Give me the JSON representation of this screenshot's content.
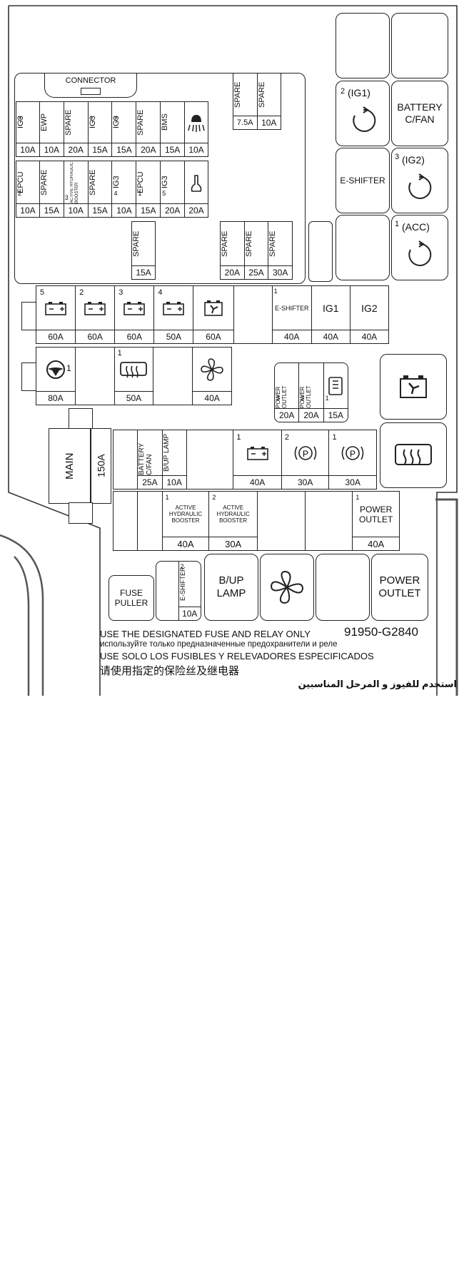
{
  "connector": {
    "label": "CONNECTOR"
  },
  "mini_row1": [
    {
      "num": "3",
      "label": "IG3",
      "amp": "10A"
    },
    {
      "num": "",
      "label": "EWP",
      "amp": "10A"
    },
    {
      "num": "",
      "label": "SPARE",
      "amp": "20A"
    },
    {
      "num": "1",
      "label": "IG3",
      "amp": "15A"
    },
    {
      "num": "2",
      "label": "IG3",
      "amp": "15A"
    },
    {
      "num": "",
      "label": "SPARE",
      "amp": "20A"
    },
    {
      "num": "",
      "label": "BMS",
      "amp": "15A"
    },
    {
      "num": "",
      "label": "",
      "amp": "10A"
    }
  ],
  "mini_row2": [
    {
      "num": "2",
      "label": "EPCU",
      "amp": "10A"
    },
    {
      "num": "",
      "label": "SPARE",
      "amp": "15A"
    },
    {
      "num": "3",
      "label": "ACTIVE HYDRAULIC BOOSTER",
      "amp": "10A"
    },
    {
      "num": "",
      "label": "SPARE",
      "amp": "15A"
    },
    {
      "num": "4",
      "label": "IG3",
      "amp": "10A"
    },
    {
      "num": "1",
      "label": "EPCU",
      "amp": "15A"
    },
    {
      "num": "5",
      "label": "IG3",
      "amp": "20A"
    },
    {
      "num": "",
      "label": "",
      "amp": "20A"
    }
  ],
  "top_spares": [
    {
      "label": "SPARE",
      "amp": "7.5A"
    },
    {
      "label": "SPARE",
      "amp": "10A"
    }
  ],
  "mid_spare": {
    "label": "SPARE",
    "amp": "15A"
  },
  "lower_spares": [
    {
      "label": "SPARE",
      "amp": "20A"
    },
    {
      "label": "SPARE",
      "amp": "25A"
    },
    {
      "label": "SPARE",
      "amp": "30A"
    }
  ],
  "relays_right": {
    "ig1": {
      "num": "2",
      "label": "(IG1)"
    },
    "battery_fan": "BATTERY C/FAN",
    "e_shifter": "E-SHIFTER",
    "ig2": {
      "num": "3",
      "label": "(IG2)"
    },
    "acc": {
      "num": "1",
      "label": "(ACC)"
    }
  },
  "row_60": [
    {
      "num": "5",
      "amp": "60A"
    },
    {
      "num": "2",
      "amp": "60A"
    },
    {
      "num": "3",
      "amp": "60A"
    },
    {
      "num": "4",
      "amp": "50A"
    },
    {
      "num": "",
      "amp": "60A"
    }
  ],
  "row_60_right": [
    {
      "num": "1",
      "label": "E-SHIFTER",
      "amp": "40A"
    },
    {
      "num": "",
      "label": "IG1",
      "amp": "40A"
    },
    {
      "num": "",
      "label": "IG2",
      "amp": "40A"
    }
  ],
  "row_80": [
    {
      "num": "1",
      "amp": "80A"
    },
    {
      "num": "1",
      "amp": "50A"
    },
    {
      "num": "",
      "amp": "40A"
    }
  ],
  "power_outlets_small": [
    {
      "num": "3",
      "label": "POWER OUTLET",
      "amp": "20A"
    },
    {
      "num": "2",
      "label": "POWER OUTLET",
      "amp": "20A"
    },
    {
      "num": "1",
      "label": "",
      "amp": "15A"
    }
  ],
  "main": {
    "label": "MAIN",
    "amp": "150A"
  },
  "row_25": [
    {
      "num": "",
      "label": "BATTERY C/FAN",
      "amp": "25A"
    },
    {
      "num": "",
      "label": "B/UP LAMP",
      "amp": "10A"
    }
  ],
  "row_25_right": [
    {
      "num": "1",
      "amp": "40A"
    },
    {
      "num": "2",
      "amp": "30A"
    },
    {
      "num": "1",
      "amp": "30A"
    }
  ],
  "row_40": [
    {
      "num": "1",
      "label": "ACTIVE HYDRAULIC BOOSTER",
      "amp": "40A"
    },
    {
      "num": "2",
      "label": "ACTIVE HYDRAULIC BOOSTER",
      "amp": "30A"
    },
    {
      "num": "1",
      "label": "POWER OUTLET",
      "amp": "40A"
    }
  ],
  "bottom": {
    "fuse_puller": "FUSE PULLER",
    "e_shifter": {
      "num": "2",
      "label": "E-SHIFTER",
      "amp": "10A"
    },
    "bup_lamp": "B/UP LAMP",
    "power_outlet": "POWER OUTLET"
  },
  "part_number": "91950-G2840",
  "notice": [
    "USE THE DESIGNATED FUSE AND RELAY ONLY",
    "используйте только предназначенные предохранители и реле",
    "USE SOLO LOS FUSIBLES Y RELEVADORES ESPECIFICADOS",
    "请使用指定的保险丝及继电器",
    "استخدم للفيوز و المرحل المناسبين"
  ]
}
